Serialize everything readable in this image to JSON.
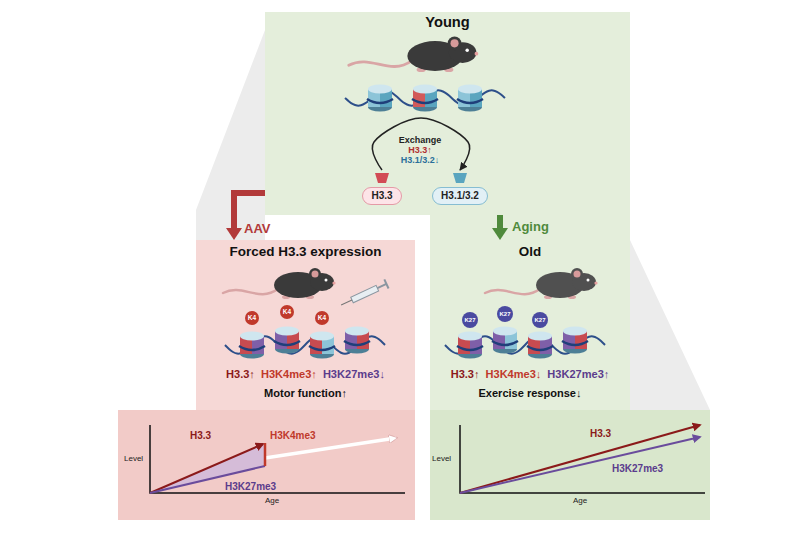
{
  "diagram": {
    "nodes": [
      {
        "text": [
          "Young"
        ]
      },
      {
        "text": [
          "H3.3"
        ],
        "in": 0
      },
      {
        "text": [
          "H3.1/3.2"
        ],
        "in": 0
      },
      {
        "text": [
          "Forced H3.3 expression",
          "H3.3↑",
          "H3K4me3↑",
          "H3K27me3↓",
          "Motor function↑"
        ]
      },
      {
        "text": [
          "Old",
          "H3.3↑",
          "H3K4me3↓",
          "H3K27me3↑",
          "Exercise response↓"
        ]
      }
    ],
    "edges": [
      {
        "from": 0,
        "to": 3,
        "label": "AAV",
        "arrow": "to"
      },
      {
        "from": 0,
        "to": 4,
        "label": "Aging",
        "arrow": "to"
      },
      {
        "from": 1,
        "to": 2,
        "arrow": "to"
      }
    ],
    "labels": [
      "Exchange",
      "H3.3↑",
      "H3.1/3.2↓",
      "K4",
      "K4",
      "K4",
      "K27",
      "K27",
      "K27",
      "Level",
      "Age",
      "H3.3",
      "H3K4me3",
      "H3K27me3",
      "Level",
      "Age",
      "H3.3",
      "H3K27me3"
    ]
  }
}
